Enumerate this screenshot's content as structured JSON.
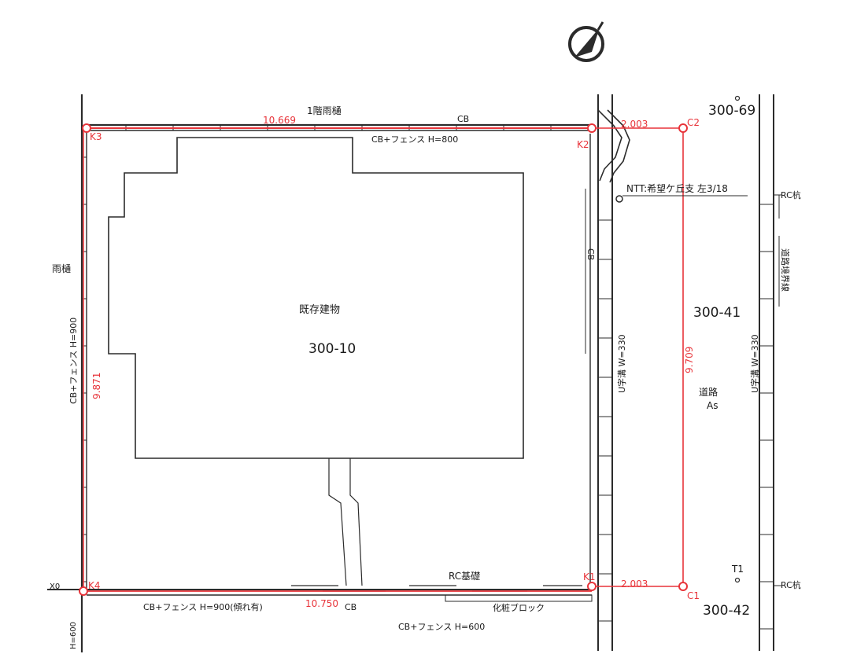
{
  "lot": {
    "building_label": "既存建物",
    "lot_number": "300-10"
  },
  "neighbors": {
    "ne": "300-69",
    "east": "300-41",
    "se": "300-42"
  },
  "road": {
    "label": "道路",
    "surface": "As",
    "boundary_text": "道路境界線"
  },
  "points": {
    "k1": "K1",
    "k2": "K2",
    "k3": "K3",
    "k4": "K4",
    "c1": "C1",
    "c2": "C2",
    "t1": "T1"
  },
  "dimensions": {
    "north_edge": "10.669",
    "west_edge": "9.871",
    "south_edge": "10.750",
    "road_width": "9.709",
    "offset_top": "2.003",
    "offset_bottom": "2.003"
  },
  "annotations": {
    "eaves": "1階雨樋",
    "north_cb": "CB",
    "north_fence": "CB+フェンス H=800",
    "ntt_pole": "NTT:希望ケ丘支 左3/18",
    "east_cb": "CB",
    "west_eaves": "雨樋",
    "west_fence": "CB+フェンス H=900",
    "east_ditch": "U字溝 W=330",
    "road_ditch": "U字溝 W=330",
    "rc_pile_top": "RC杭",
    "rc_pile_bottom": "RC杭",
    "rc_foundation": "RC基礎",
    "south_fence": "CB+フェンス H=900(傾れ有)",
    "south_cb": "CB",
    "south_fence2": "CB+フェンス H=600",
    "makeup_block": "化粧ブロック",
    "edge_left_bottom": "H=600",
    "edge_left_x": "X0"
  },
  "colors": {
    "linework": "#2b2b2b",
    "survey_red": "#e8343a"
  }
}
